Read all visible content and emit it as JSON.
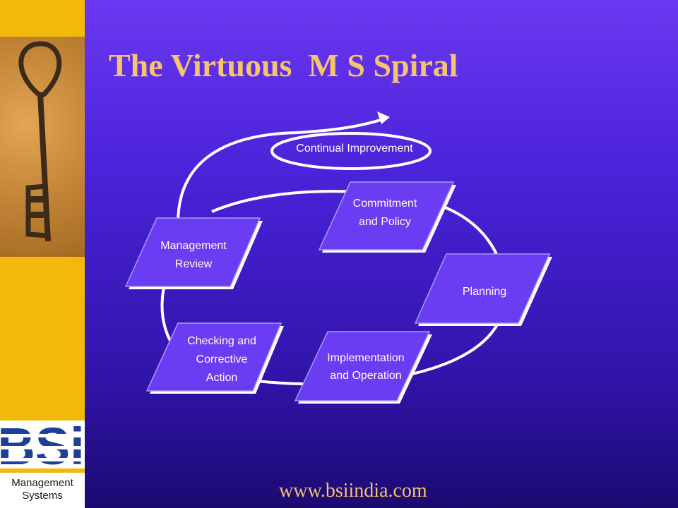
{
  "slide": {
    "title": "The Virtuous  M S Spiral",
    "footer_url": "www.bsiindia.com"
  },
  "diagram": {
    "top_label": "Continual Improvement",
    "steps": [
      {
        "id": "commitment",
        "lines": [
          "Commitment",
          "and Policy"
        ]
      },
      {
        "id": "planning",
        "lines": [
          "Planning"
        ]
      },
      {
        "id": "implementation",
        "lines": [
          "Implementation",
          "and Operation"
        ]
      },
      {
        "id": "checking",
        "lines": [
          "Checking and",
          "Corrective",
          "Action"
        ]
      },
      {
        "id": "review",
        "lines": [
          "Management",
          "Review"
        ]
      }
    ]
  },
  "logo": {
    "brand": "BSi",
    "subtitle_lines": [
      "Management",
      "Systems"
    ]
  },
  "colors": {
    "accent": "#f5c46e",
    "sidebar": "#f1b90a",
    "box_fill": "#6a3cf2",
    "brand_blue": "#1e3f96"
  }
}
